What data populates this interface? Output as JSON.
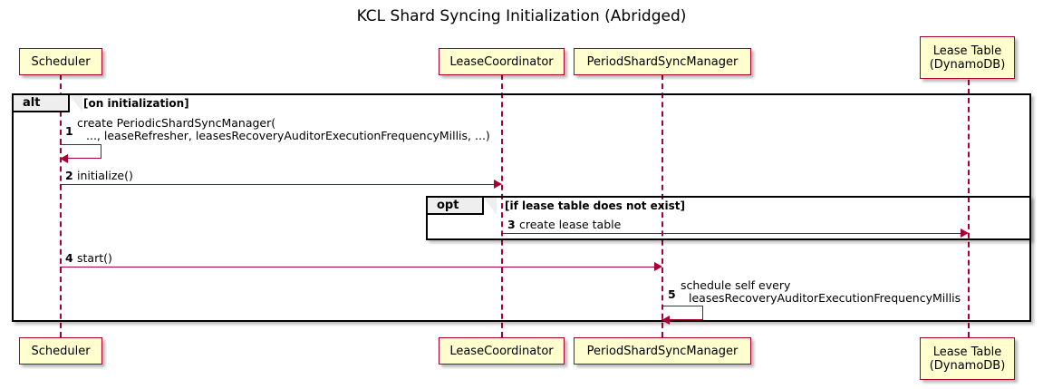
{
  "title": "KCL Shard Syncing Initialization (Abridged)",
  "colors": {
    "participant_fill": "#FEFECE",
    "participant_border": "#A80036",
    "arrow": "#A80036",
    "frame_border": "#000000",
    "frame_tab_fill": "#EEEEEE",
    "background": "#FFFFFF"
  },
  "participants": [
    {
      "id": "scheduler",
      "label": "Scheduler"
    },
    {
      "id": "leasecoordinator",
      "label": "LeaseCoordinator"
    },
    {
      "id": "periodshardsyncmanager",
      "label": "PeriodShardSyncManager"
    },
    {
      "id": "leasetable",
      "label_line1": "Lease Table",
      "label_line2": "(DynamoDB)"
    }
  ],
  "fragments": [
    {
      "id": "alt",
      "keyword": "alt",
      "condition": "[on initialization]"
    },
    {
      "id": "opt",
      "keyword": "opt",
      "condition": "[if lease table does not exist]"
    }
  ],
  "messages": [
    {
      "number": "1",
      "from": "Scheduler",
      "to": "Scheduler",
      "kind": "self",
      "text_line1": "create PeriodicShardSyncManager(",
      "text_line2": "..., leaseRefresher, leasesRecoveryAuditorExecutionFrequencyMillis, ...)"
    },
    {
      "number": "2",
      "from": "Scheduler",
      "to": "LeaseCoordinator",
      "kind": "call",
      "text_line1": "initialize()"
    },
    {
      "number": "3",
      "from": "LeaseCoordinator",
      "to": "Lease Table (DynamoDB)",
      "kind": "call",
      "text_line1": "create lease table"
    },
    {
      "number": "4",
      "from": "Scheduler",
      "to": "PeriodShardSyncManager",
      "kind": "call",
      "text_line1": "start()"
    },
    {
      "number": "5",
      "from": "PeriodShardSyncManager",
      "to": "PeriodShardSyncManager",
      "kind": "self",
      "text_line1": "schedule self every",
      "text_line2": "leasesRecoveryAuditorExecutionFrequencyMillis"
    }
  ]
}
